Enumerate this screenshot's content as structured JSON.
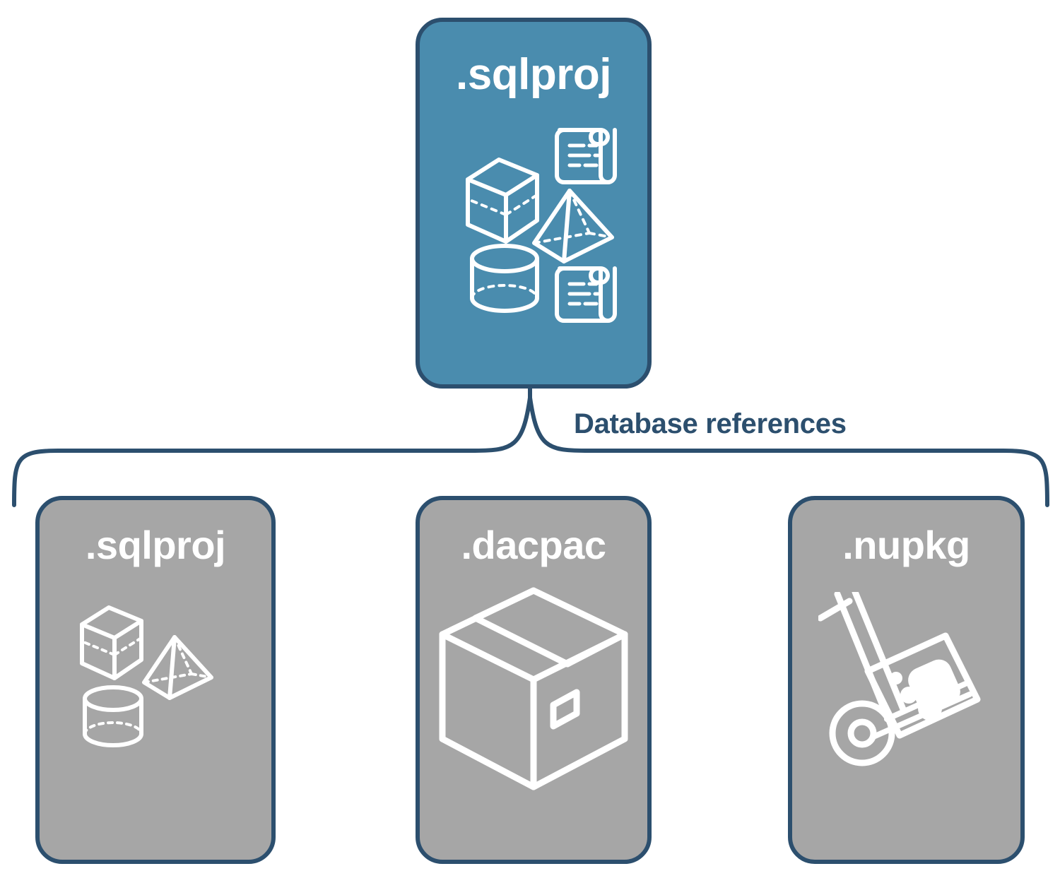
{
  "diagram": {
    "title": "Database references",
    "colors": {
      "root_card_fill": "#4a8cae",
      "child_card_fill": "#a6a6a6",
      "stroke": "#2c4f6e",
      "icon": "#ffffff",
      "background": "#ffffff"
    },
    "root": {
      "label": ".sqlproj",
      "icon": "database-objects-icon"
    },
    "connector": {
      "label": "Database references",
      "style": "curly-brace"
    },
    "children": [
      {
        "label": ".sqlproj",
        "icon": "database-objects-icon"
      },
      {
        "label": ".dacpac",
        "icon": "package-box-icon"
      },
      {
        "label": ".nupkg",
        "icon": "hand-truck-package-icon"
      }
    ]
  }
}
